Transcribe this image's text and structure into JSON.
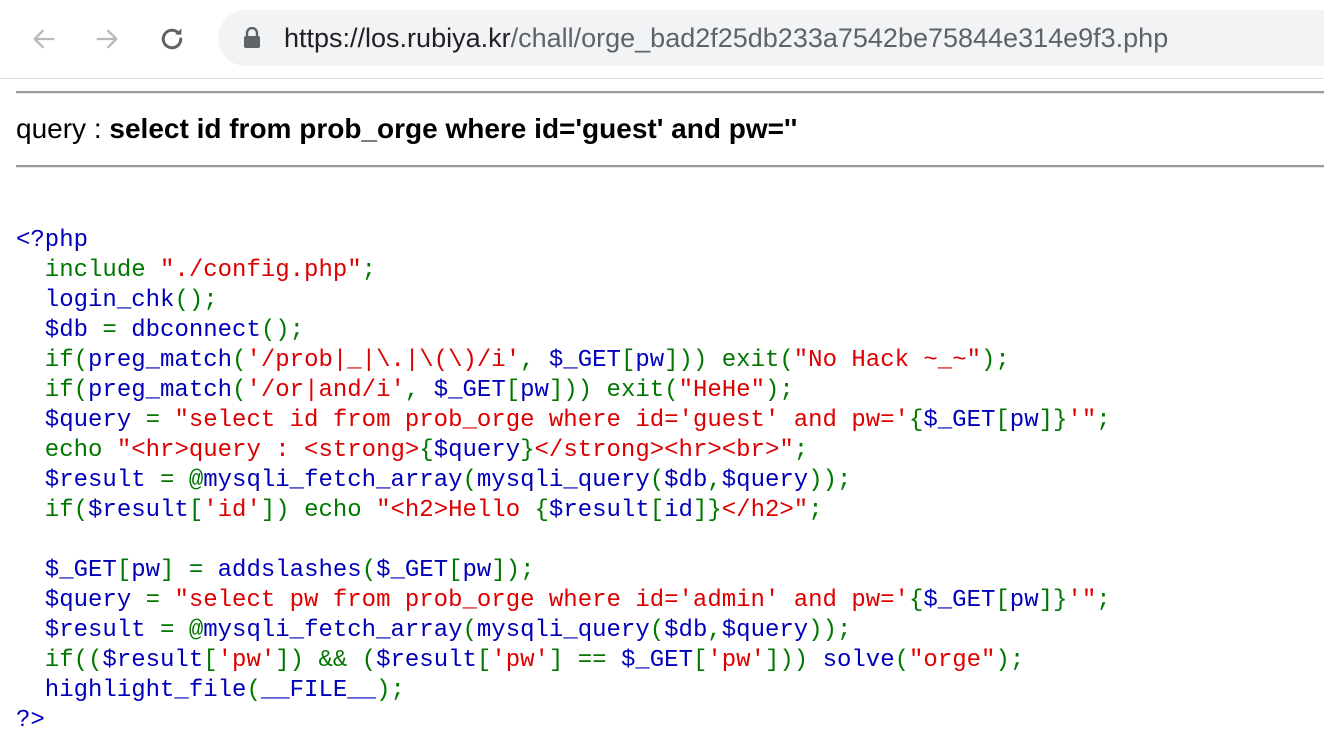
{
  "browser": {
    "url_host": "https://los.rubiya.kr",
    "url_path": "/chall/orge_bad2f25db233a7542be75844e314e9f3.php"
  },
  "page": {
    "query_label": "query : ",
    "query_value": "select id from prob_orge where id='guest' and pw=''"
  },
  "colors": {
    "default": "#0000bb",
    "keyword": "#007700",
    "string": "#dd0000"
  },
  "code_lines": [
    [
      [
        "d",
        "<?php"
      ]
    ],
    [
      [
        "k",
        "  include "
      ],
      [
        "s",
        "\"./config.php\""
      ],
      [
        "k",
        ";"
      ]
    ],
    [
      [
        "d",
        "  login_chk"
      ],
      [
        "k",
        "();"
      ]
    ],
    [
      [
        "d",
        "  $db "
      ],
      [
        "k",
        "= "
      ],
      [
        "d",
        "dbconnect"
      ],
      [
        "k",
        "();"
      ]
    ],
    [
      [
        "k",
        "  if("
      ],
      [
        "d",
        "preg_match"
      ],
      [
        "k",
        "("
      ],
      [
        "s",
        "'/prob|_|\\.|\\(\\)/i'"
      ],
      [
        "k",
        ", "
      ],
      [
        "d",
        "$_GET"
      ],
      [
        "k",
        "["
      ],
      [
        "d",
        "pw"
      ],
      [
        "k",
        "])) exit("
      ],
      [
        "s",
        "\"No Hack ~_~\""
      ],
      [
        "k",
        ");"
      ]
    ],
    [
      [
        "k",
        "  if("
      ],
      [
        "d",
        "preg_match"
      ],
      [
        "k",
        "("
      ],
      [
        "s",
        "'/or|and/i'"
      ],
      [
        "k",
        ", "
      ],
      [
        "d",
        "$_GET"
      ],
      [
        "k",
        "["
      ],
      [
        "d",
        "pw"
      ],
      [
        "k",
        "])) exit("
      ],
      [
        "s",
        "\"HeHe\""
      ],
      [
        "k",
        ");"
      ]
    ],
    [
      [
        "d",
        "  $query "
      ],
      [
        "k",
        "= "
      ],
      [
        "s",
        "\"select id from prob_orge where id='guest' and pw='"
      ],
      [
        "k",
        "{"
      ],
      [
        "d",
        "$_GET"
      ],
      [
        "k",
        "["
      ],
      [
        "d",
        "pw"
      ],
      [
        "k",
        "]}"
      ],
      [
        "s",
        "'\""
      ],
      [
        "k",
        ";"
      ]
    ],
    [
      [
        "k",
        "  echo "
      ],
      [
        "s",
        "\"<hr>query : <strong>"
      ],
      [
        "k",
        "{"
      ],
      [
        "d",
        "$query"
      ],
      [
        "k",
        "}"
      ],
      [
        "s",
        "</strong><hr><br>\""
      ],
      [
        "k",
        ";"
      ]
    ],
    [
      [
        "d",
        "  $result "
      ],
      [
        "k",
        "= @"
      ],
      [
        "d",
        "mysqli_fetch_array"
      ],
      [
        "k",
        "("
      ],
      [
        "d",
        "mysqli_query"
      ],
      [
        "k",
        "("
      ],
      [
        "d",
        "$db"
      ],
      [
        "k",
        ","
      ],
      [
        "d",
        "$query"
      ],
      [
        "k",
        "));"
      ]
    ],
    [
      [
        "k",
        "  if("
      ],
      [
        "d",
        "$result"
      ],
      [
        "k",
        "["
      ],
      [
        "s",
        "'id'"
      ],
      [
        "k",
        "]) echo "
      ],
      [
        "s",
        "\"<h2>Hello "
      ],
      [
        "k",
        "{"
      ],
      [
        "d",
        "$result"
      ],
      [
        "k",
        "["
      ],
      [
        "d",
        "id"
      ],
      [
        "k",
        "]}"
      ],
      [
        "s",
        "</h2>\""
      ],
      [
        "k",
        ";"
      ]
    ],
    [
      [
        "d",
        " "
      ]
    ],
    [
      [
        "d",
        "  $_GET"
      ],
      [
        "k",
        "["
      ],
      [
        "d",
        "pw"
      ],
      [
        "k",
        "] = "
      ],
      [
        "d",
        "addslashes"
      ],
      [
        "k",
        "("
      ],
      [
        "d",
        "$_GET"
      ],
      [
        "k",
        "["
      ],
      [
        "d",
        "pw"
      ],
      [
        "k",
        "]);"
      ]
    ],
    [
      [
        "d",
        "  $query "
      ],
      [
        "k",
        "= "
      ],
      [
        "s",
        "\"select pw from prob_orge where id='admin' and pw='"
      ],
      [
        "k",
        "{"
      ],
      [
        "d",
        "$_GET"
      ],
      [
        "k",
        "["
      ],
      [
        "d",
        "pw"
      ],
      [
        "k",
        "]}"
      ],
      [
        "s",
        "'\""
      ],
      [
        "k",
        ";"
      ]
    ],
    [
      [
        "d",
        "  $result "
      ],
      [
        "k",
        "= @"
      ],
      [
        "d",
        "mysqli_fetch_array"
      ],
      [
        "k",
        "("
      ],
      [
        "d",
        "mysqli_query"
      ],
      [
        "k",
        "("
      ],
      [
        "d",
        "$db"
      ],
      [
        "k",
        ","
      ],
      [
        "d",
        "$query"
      ],
      [
        "k",
        "));"
      ]
    ],
    [
      [
        "k",
        "  if(("
      ],
      [
        "d",
        "$result"
      ],
      [
        "k",
        "["
      ],
      [
        "s",
        "'pw'"
      ],
      [
        "k",
        "]) && ("
      ],
      [
        "d",
        "$result"
      ],
      [
        "k",
        "["
      ],
      [
        "s",
        "'pw'"
      ],
      [
        "k",
        "] == "
      ],
      [
        "d",
        "$_GET"
      ],
      [
        "k",
        "["
      ],
      [
        "s",
        "'pw'"
      ],
      [
        "k",
        "])) "
      ],
      [
        "d",
        "solve"
      ],
      [
        "k",
        "("
      ],
      [
        "s",
        "\"orge\""
      ],
      [
        "k",
        ");"
      ]
    ],
    [
      [
        "d",
        "  highlight_file"
      ],
      [
        "k",
        "("
      ],
      [
        "d",
        "__FILE__"
      ],
      [
        "k",
        ");"
      ]
    ],
    [
      [
        "d",
        "?>"
      ]
    ]
  ]
}
